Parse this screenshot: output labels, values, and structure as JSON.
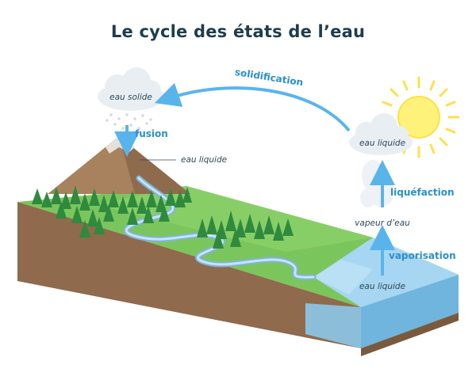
{
  "title": "Le cycle des états de l’eau",
  "transitions": {
    "solidification": "solidification",
    "fusion": "fusion",
    "liquefaction": "liquéfaction",
    "vaporisation": "vaporisation"
  },
  "states": {
    "solid_cloud": "eau solide",
    "mountain_liquid": "eau liquide",
    "liquid_cloud": "eau liquide",
    "vapor": "vapeur d’eau",
    "sea_liquid": "eau liquide"
  },
  "colors": {
    "arrow": "#5ab4ec",
    "transition_text": "#2a8fd0",
    "grass": "#78c45a",
    "soil": "#a0785a",
    "water": "#a9d8f2",
    "sun": "#fff06a",
    "title": "#1d3d4d"
  }
}
